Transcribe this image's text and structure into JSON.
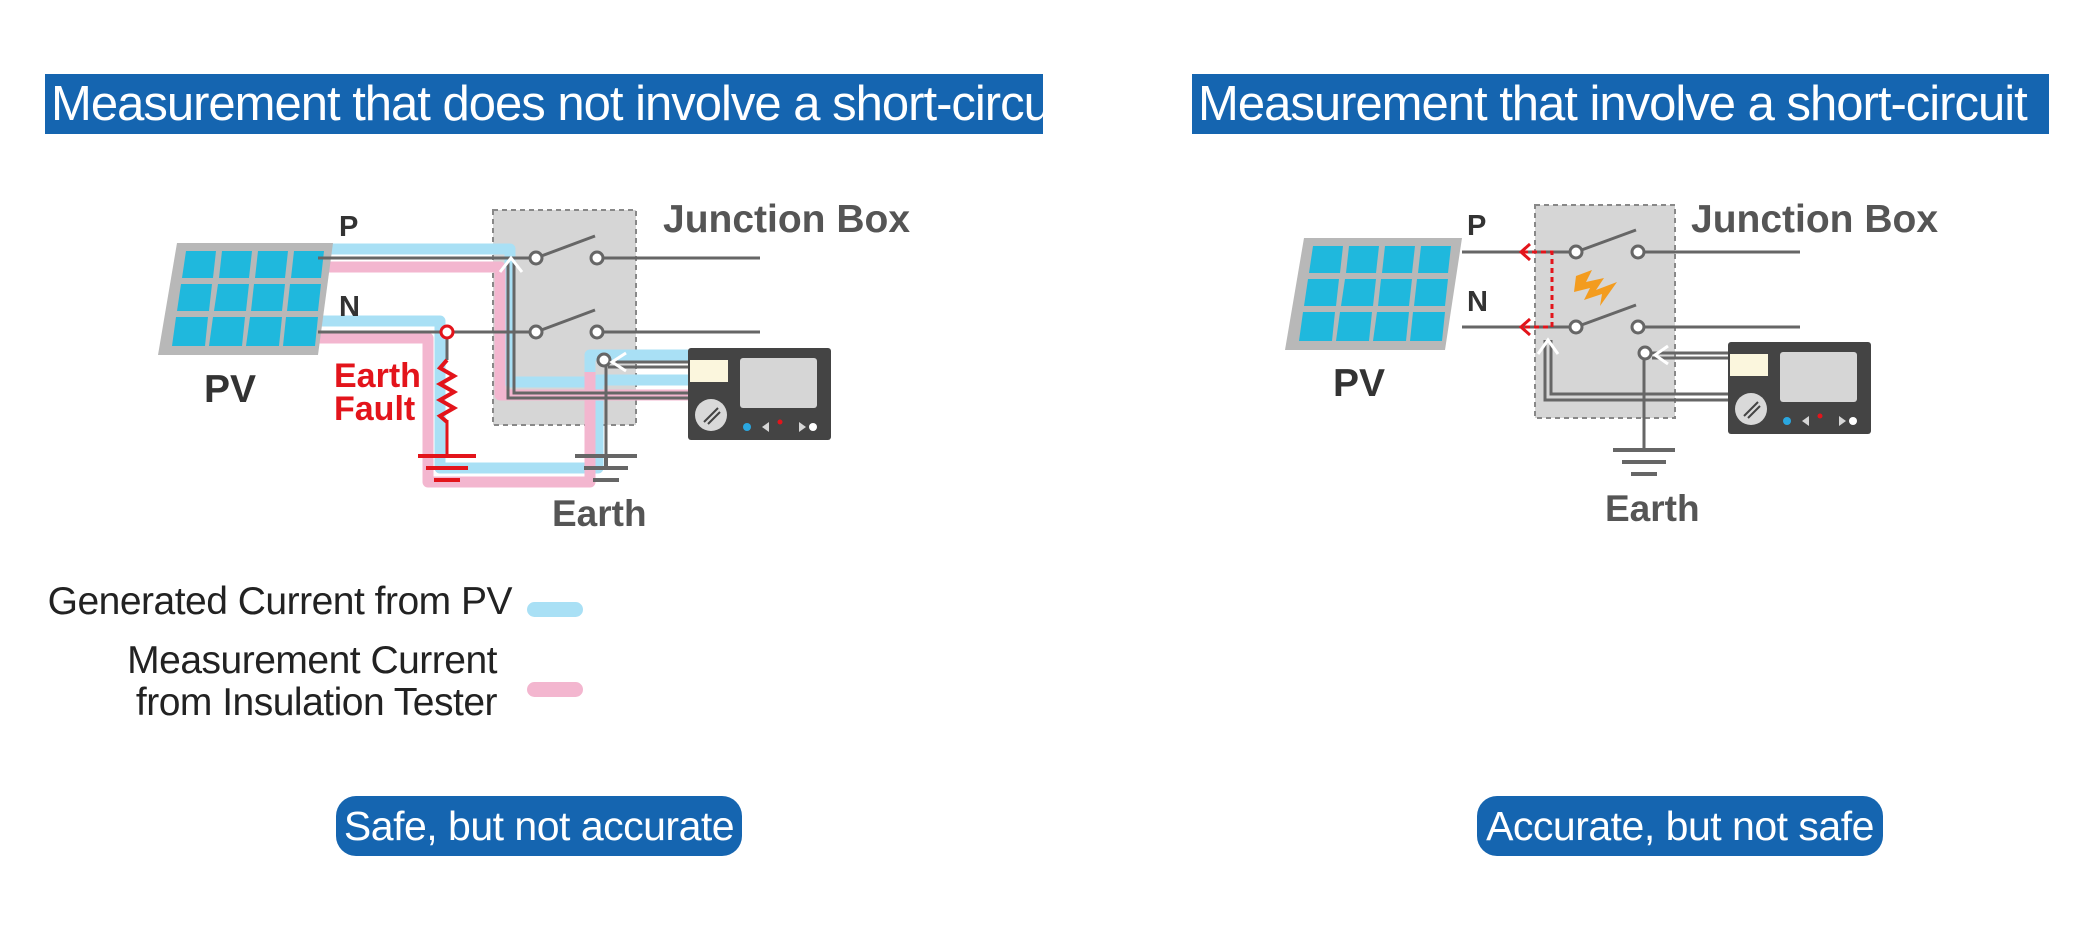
{
  "left_panel": {
    "title": "Measurement that does not involve a short-circuit",
    "labels": {
      "p": "P",
      "n": "N",
      "pv": "PV",
      "junction_box": "Junction Box",
      "earth_fault_line1": "Earth",
      "earth_fault_line2": "Fault",
      "earth": "Earth"
    },
    "legend": {
      "generated": "Generated Current from PV",
      "measurement_line1": "Measurement Current",
      "measurement_line2": "from Insulation Tester"
    },
    "verdict": "Safe, but not accurate"
  },
  "right_panel": {
    "title": "Measurement that involve a short-circuit",
    "labels": {
      "p": "P",
      "n": "N",
      "pv": "PV",
      "junction_box": "Junction Box",
      "earth": "Earth"
    },
    "verdict": "Accurate, but not safe"
  },
  "colors": {
    "banner": "#1565b0",
    "generated_current": "#a9e0f5",
    "measurement_current": "#f3b6cf",
    "fault": "#e3141b",
    "spark": "#f39c1f",
    "solar_cell": "#1fb8dd",
    "tester_body": "#444444"
  },
  "icons": [
    "solar-panel-icon",
    "switch-icon",
    "ground-icon",
    "insulation-tester-icon",
    "spark-icon",
    "resistor-icon"
  ]
}
